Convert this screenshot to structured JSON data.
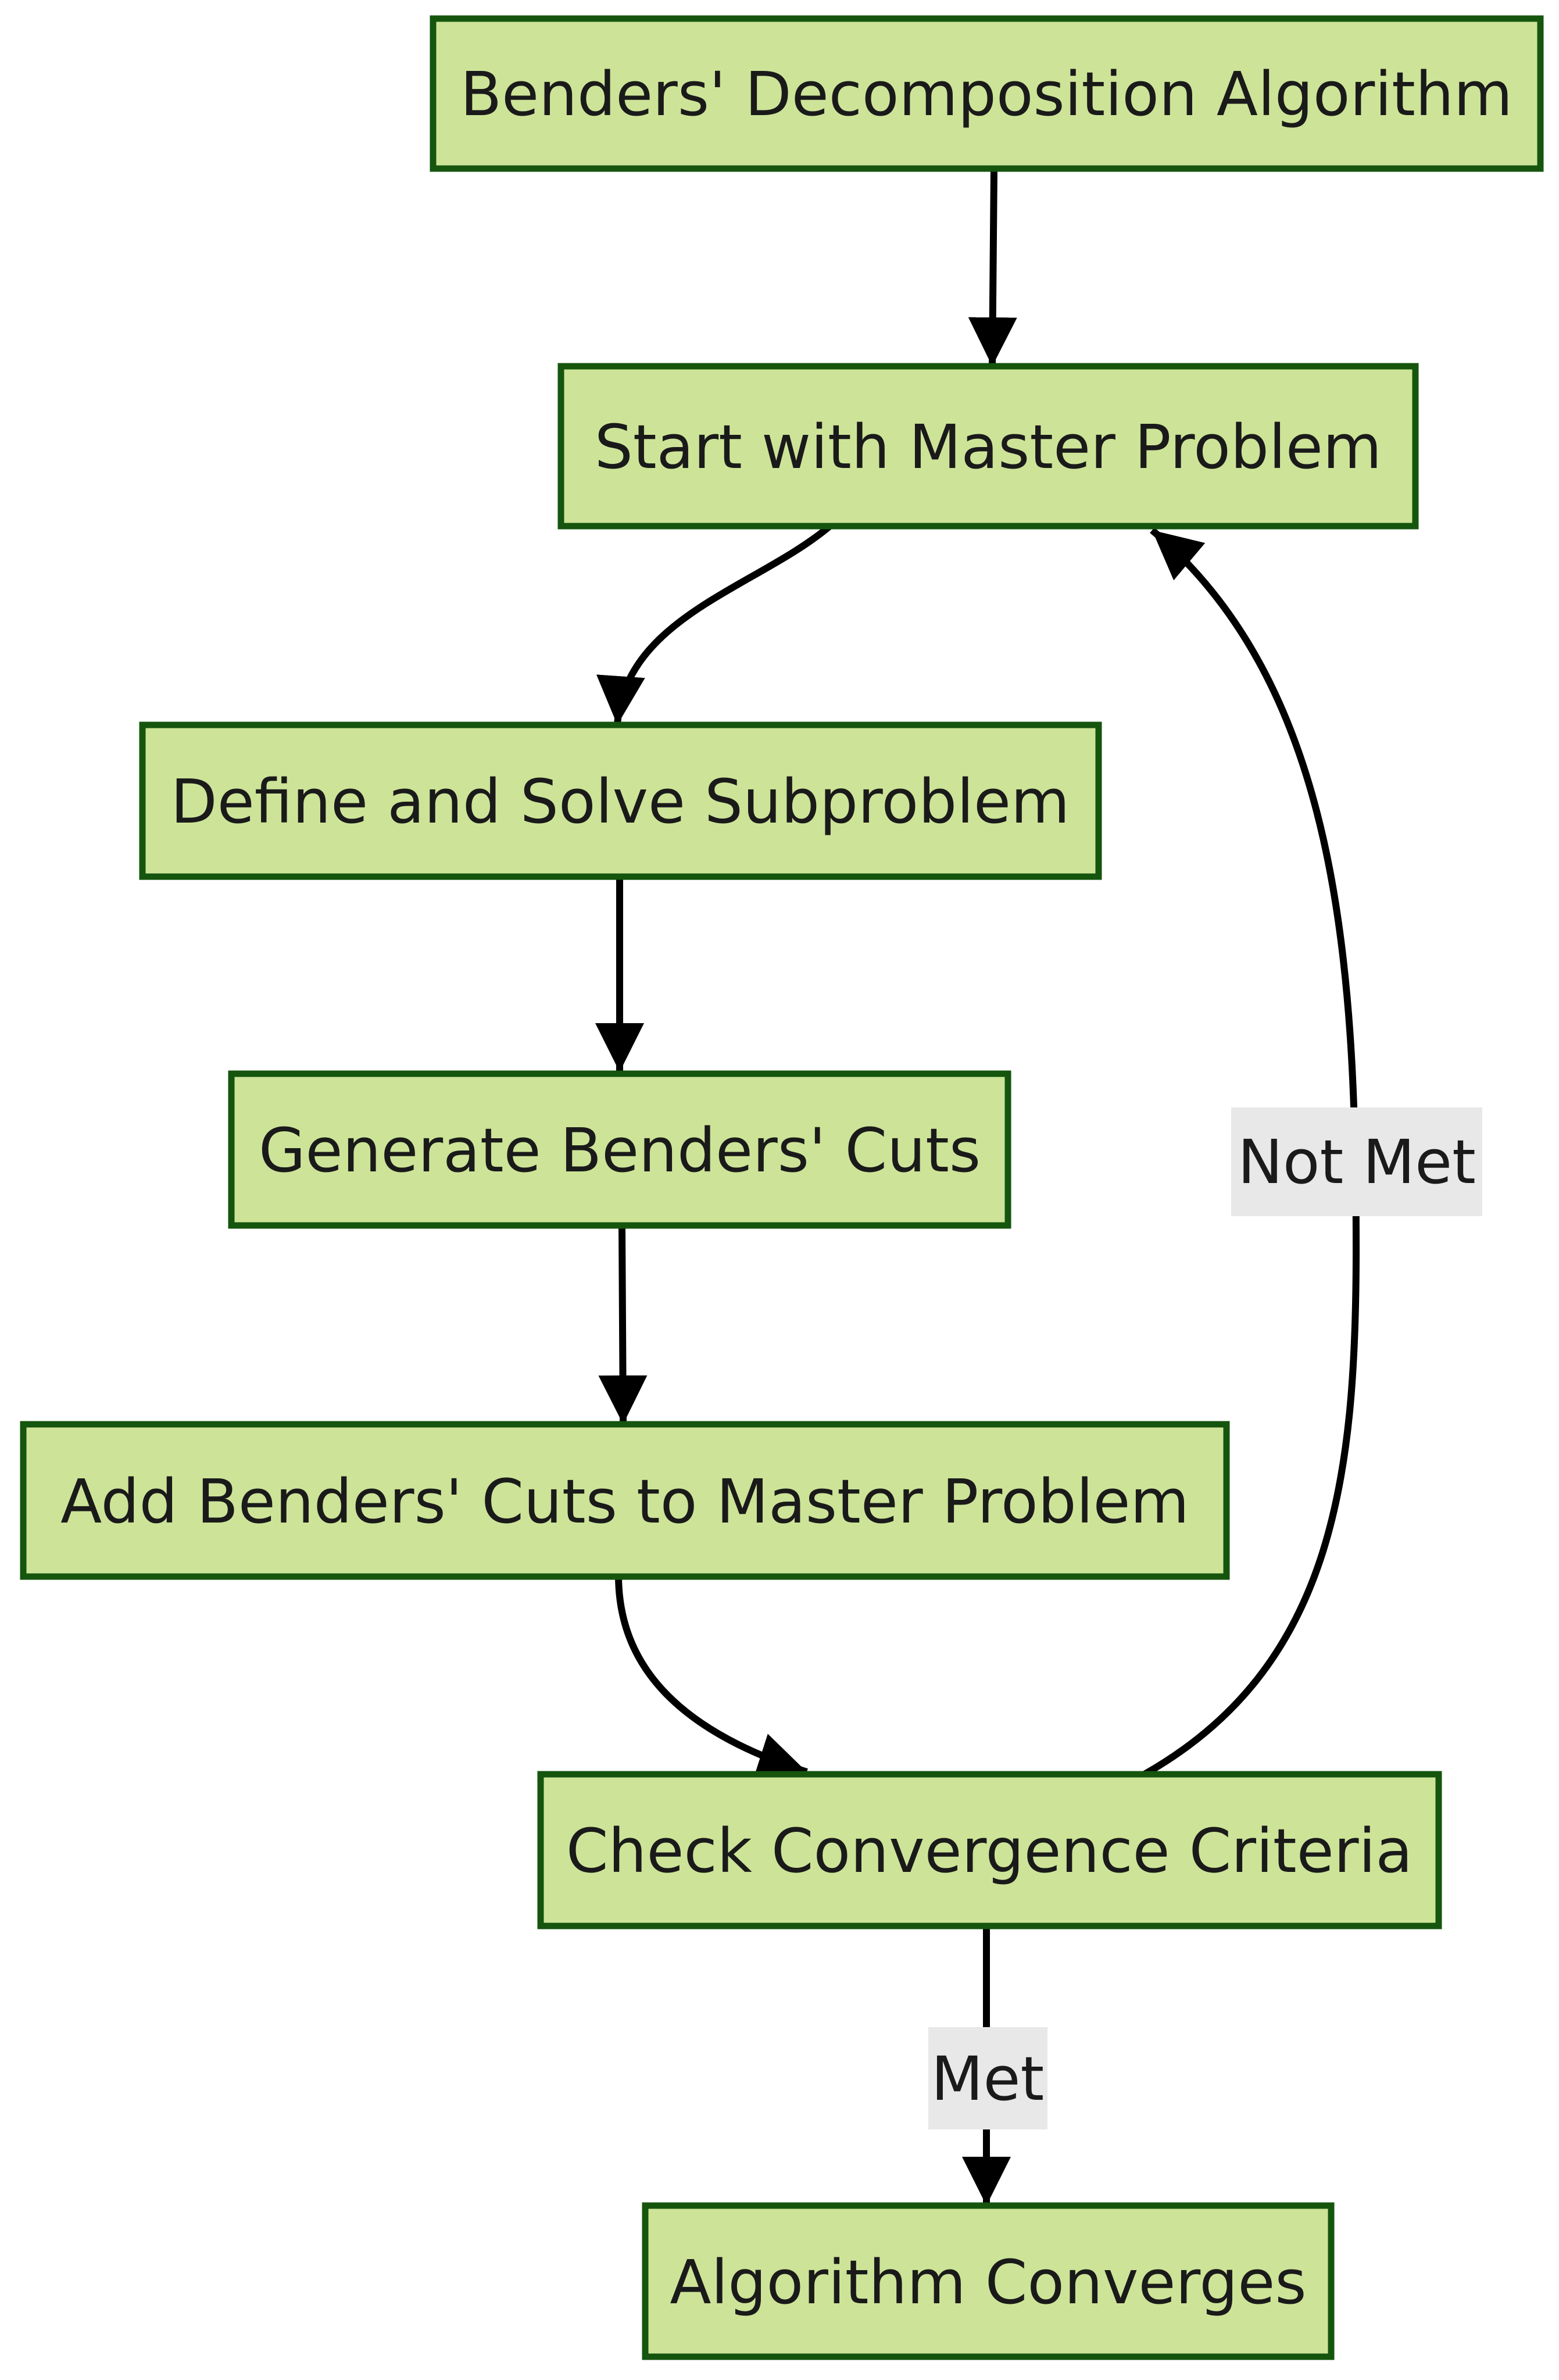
{
  "diagram": {
    "type": "flowchart",
    "direction": "top-down",
    "title": "Benders' Decomposition Algorithm",
    "nodes": [
      {
        "id": "A",
        "label": "Benders' Decomposition Algorithm"
      },
      {
        "id": "B",
        "label": "Start with Master Problem"
      },
      {
        "id": "C",
        "label": "Define and Solve Subproblem"
      },
      {
        "id": "D",
        "label": "Generate Benders' Cuts"
      },
      {
        "id": "E",
        "label": "Add Benders' Cuts to Master Problem"
      },
      {
        "id": "F",
        "label": "Check Convergence Criteria"
      },
      {
        "id": "G",
        "label": "Algorithm Converges"
      }
    ],
    "edges": [
      {
        "from": "A",
        "to": "B",
        "label": ""
      },
      {
        "from": "B",
        "to": "C",
        "label": ""
      },
      {
        "from": "C",
        "to": "D",
        "label": ""
      },
      {
        "from": "D",
        "to": "E",
        "label": ""
      },
      {
        "from": "E",
        "to": "F",
        "label": ""
      },
      {
        "from": "F",
        "to": "B",
        "label": "Not Met"
      },
      {
        "from": "F",
        "to": "G",
        "label": "Met"
      }
    ],
    "colors": {
      "node_fill": "#cde498",
      "node_border": "#15550e",
      "edge_stroke": "#000000",
      "edge_label_background": "#e8e8e8",
      "text": "#1a1a1a",
      "canvas_background": "#ffffff"
    }
  }
}
